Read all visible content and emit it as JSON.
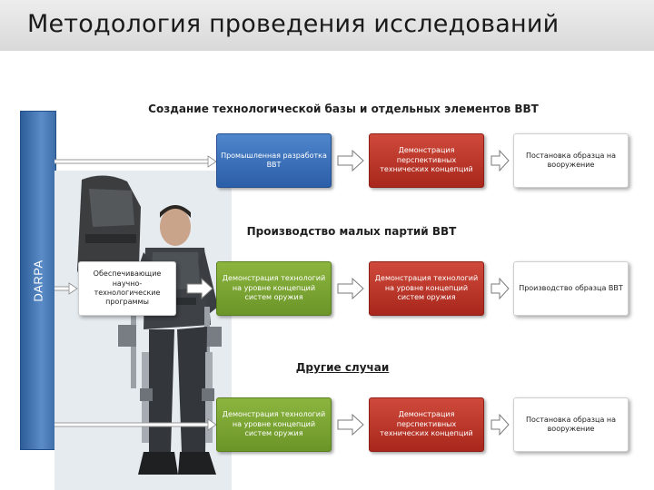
{
  "title": "Методология проведения исследований",
  "darpa_label": "DARPA",
  "sections": [
    {
      "heading": "Создание технологической базы и отдельных элементов ВВТ",
      "boxes": [
        "Промышленная разработка ВВТ",
        "Демонстрация перспективных технических концепций",
        "Постановка образца на вооружение"
      ]
    },
    {
      "heading": "Производство малых партий ВВТ",
      "boxes": [
        "Обеспечивающие научно-технологические программы",
        "Демонстрация технологий на уровне концепций систем оружия",
        "Демонстрация технологий на уровне концепций систем оружия",
        "Производство образца ВВТ"
      ]
    },
    {
      "heading": "Другие случаи",
      "boxes": [
        "Демонстрация технологий на уровне концепций систем оружия",
        "Демонстрация перспективных технических концепций",
        "Постановка образца на вооружение"
      ]
    }
  ],
  "colors": {
    "blue": "#2b5ea8",
    "red": "#a8261c",
    "green": "#6b9528",
    "darpa": "#3d6ea8"
  }
}
